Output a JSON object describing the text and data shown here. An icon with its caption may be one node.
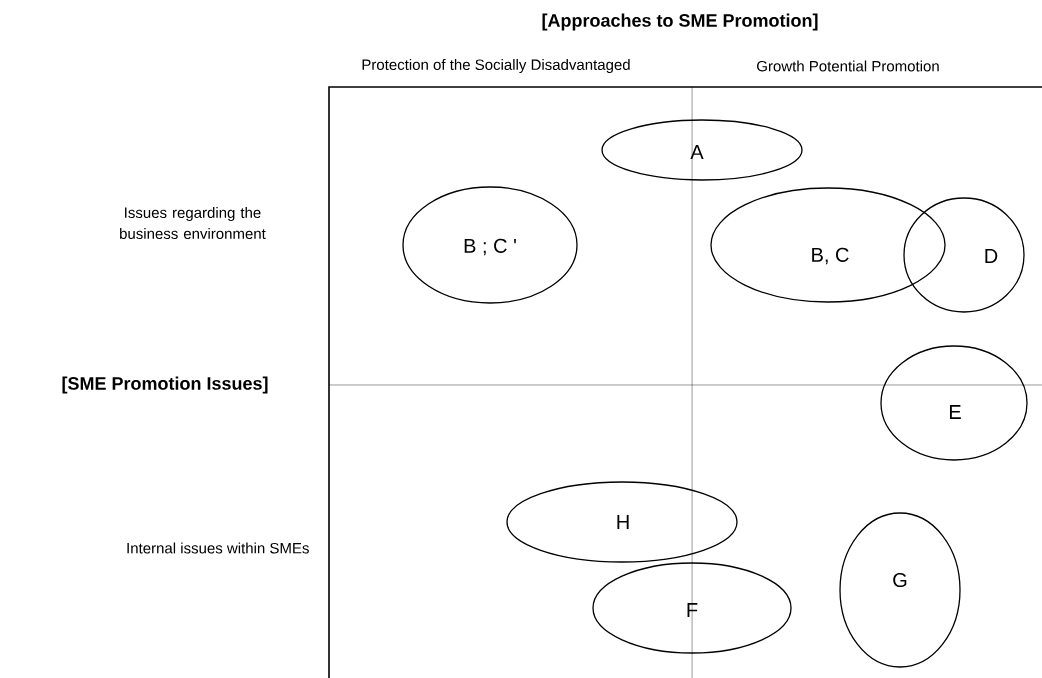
{
  "diagram": {
    "title": "[Approaches to SME Promotion]",
    "nodes": [
      {
        "text": [
          "A"
        ]
      },
      {
        "text": [
          "B ; C '"
        ]
      },
      {
        "text": [
          "B, C"
        ]
      },
      {
        "text": [
          "D"
        ]
      },
      {
        "text": [
          "E"
        ]
      },
      {
        "text": [
          "H"
        ]
      },
      {
        "text": [
          "F"
        ]
      },
      {
        "text": [
          "G"
        ]
      }
    ],
    "labels": [
      "Protection of the Socially Disadvantaged",
      "Growth Potential Promotion",
      "Issues regarding the business environment",
      "[SME Promotion Issues]",
      "Internal issues within SMEs"
    ]
  }
}
